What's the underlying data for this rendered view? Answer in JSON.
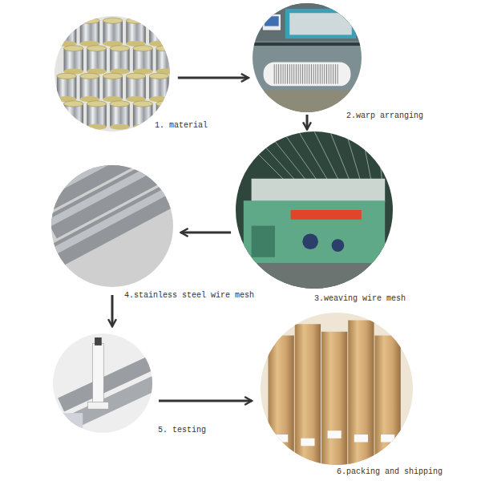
{
  "diagram": {
    "nodes": [
      {
        "text": [
          "1. material"
        ]
      },
      {
        "text": [
          "2.warp arranging"
        ]
      },
      {
        "text": [
          "3.weaving wire mesh"
        ]
      },
      {
        "text": [
          "4.stainless steel wire mesh"
        ]
      },
      {
        "text": [
          "5. testing"
        ]
      },
      {
        "text": [
          "6.packing and shipping"
        ]
      }
    ],
    "edges": [
      {
        "from": 0,
        "to": 1,
        "arrow": "to"
      },
      {
        "from": 1,
        "to": 2,
        "arrow": "to"
      },
      {
        "from": 2,
        "to": 3,
        "arrow": "to"
      },
      {
        "from": 3,
        "to": 4,
        "arrow": "to"
      },
      {
        "from": 4,
        "to": 5,
        "arrow": "to"
      }
    ]
  }
}
